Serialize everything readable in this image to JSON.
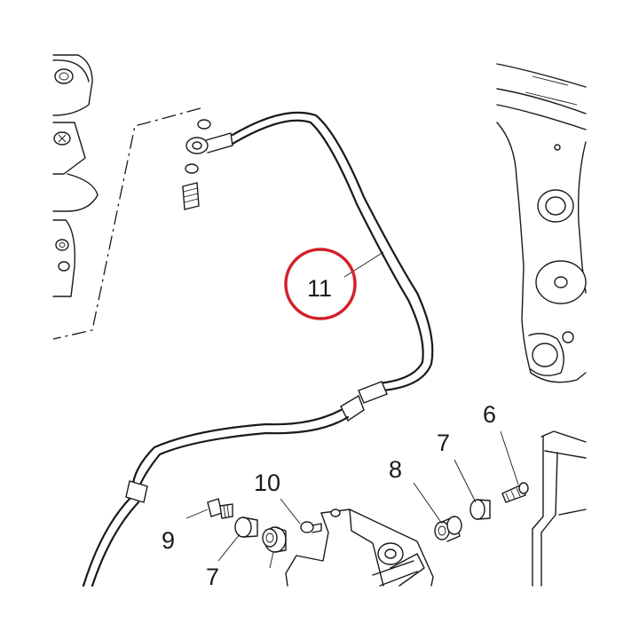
{
  "callouts": {
    "c11": "11",
    "c10": "10",
    "c9": "9",
    "c8": "8",
    "c7a": "7",
    "c7b": "7",
    "c6": "6"
  },
  "highlight": {
    "target": "11",
    "color": "#d4202a"
  },
  "colors": {
    "line": "#1a1a1a",
    "background": "#ffffff"
  }
}
